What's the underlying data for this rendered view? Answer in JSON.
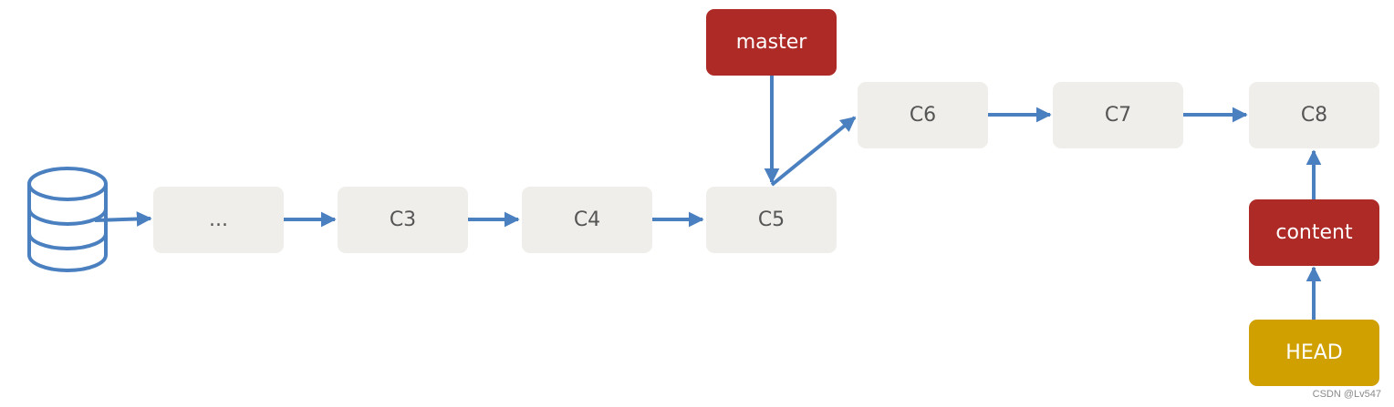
{
  "colors": {
    "arrow": "#4a7fc0",
    "commit_fill": "#efeeea",
    "commit_text": "#555555",
    "branch_fill": "#ad2a27",
    "head_fill": "#cfa000",
    "ref_text": "#ffffff"
  },
  "icons": {
    "repository": "database-icon"
  },
  "commits": {
    "ellipsis": "...",
    "c3": "C3",
    "c4": "C4",
    "c5": "C5",
    "c6": "C6",
    "c7": "C7",
    "c8": "C8"
  },
  "refs": {
    "master": "master",
    "content": "content",
    "head": "HEAD"
  },
  "watermark": "CSDN @Lv547"
}
